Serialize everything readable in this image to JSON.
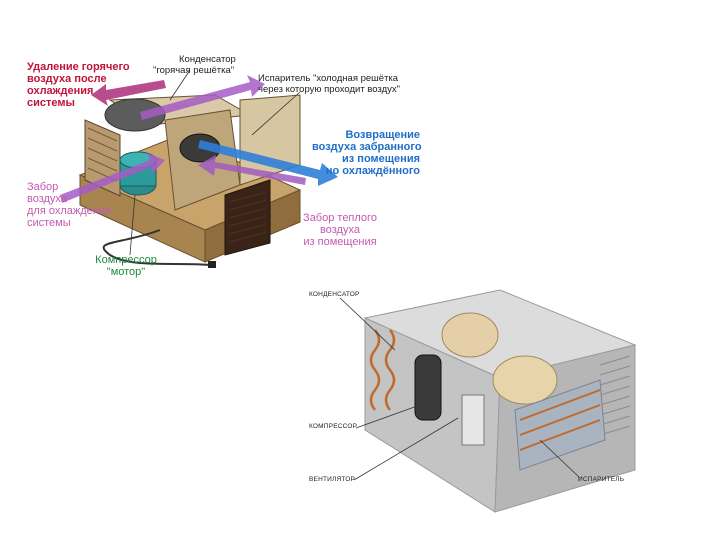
{
  "diagram1": {
    "labels": {
      "hot_air_removal": [
        "Удаление горячего",
        "воздуха после",
        "охлаждения",
        "системы"
      ],
      "condenser": [
        "Конденсатор",
        "\"горячая решётка\""
      ],
      "evaporator": [
        "Испаритель \"холодная решётка",
        "через которую проходит воздух\""
      ],
      "return_air": [
        "Возвращение",
        "воздуха забранного",
        "из помещения",
        "но охлаждённого"
      ],
      "intake_cooling": [
        "Забор",
        "воздуха",
        "для охлаждения",
        "системы"
      ],
      "warm_intake": [
        "Забор теплого",
        "воздуха",
        "из помещения"
      ],
      "compressor": [
        "Компрессор",
        "\"мотор\""
      ]
    }
  },
  "diagram2": {
    "labels": {
      "condenser": "КОНДЕНСАТОР",
      "compressor": "КОМПРЕССОР",
      "fan": "ВЕНТИЛЯТОР",
      "evaporator": "ИСПАРИТЕЛЬ"
    }
  },
  "colors": {
    "hot_arrow": "#b1387f",
    "intake_arrow": "#a65cc4",
    "cool_arrow": "#2f7fd8",
    "warm_arrow": "#a05cc0"
  }
}
